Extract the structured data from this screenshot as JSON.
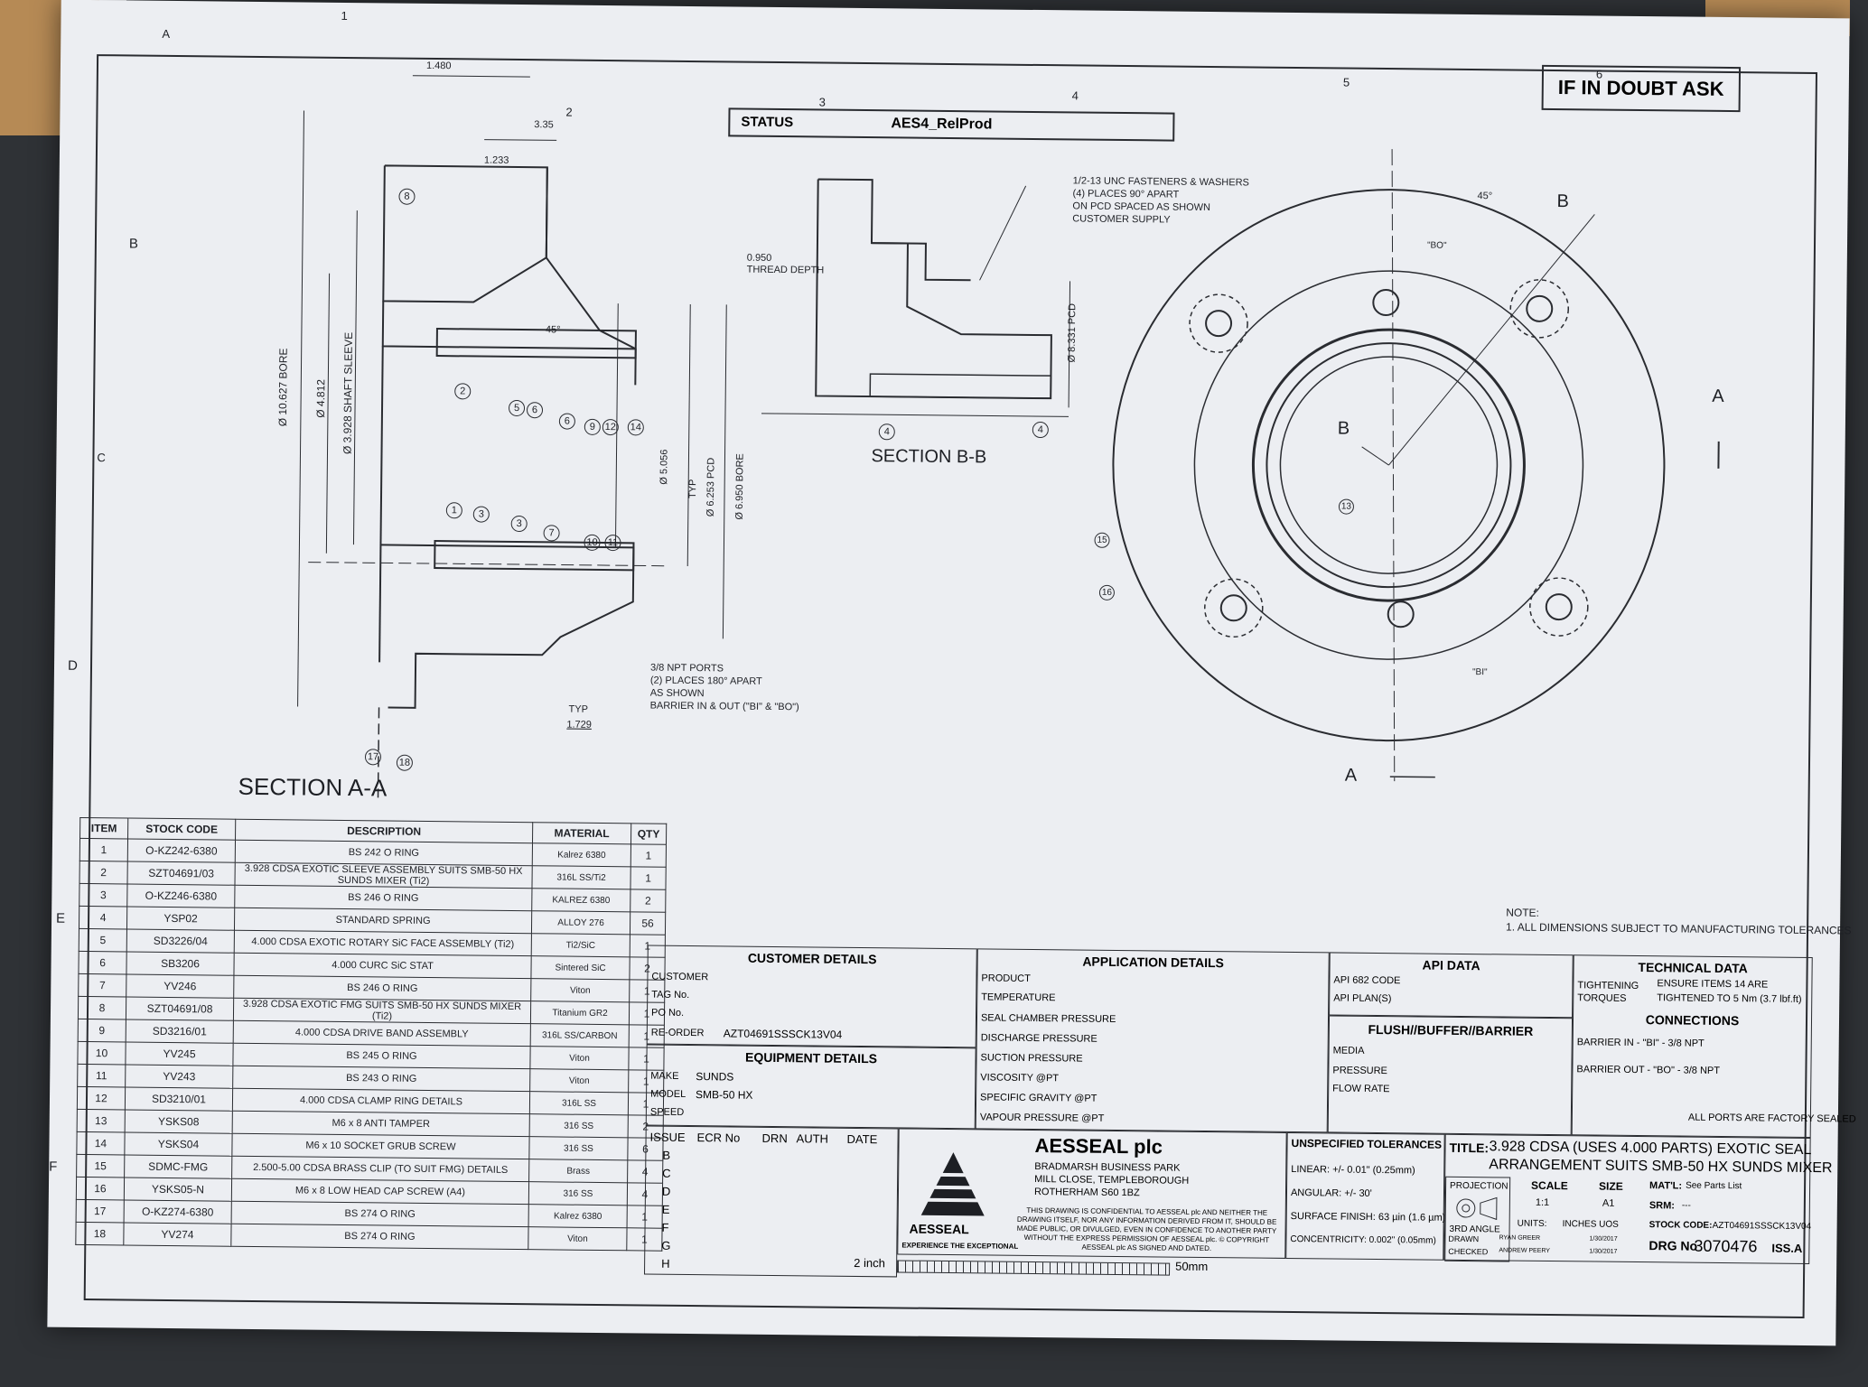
{
  "header": {
    "warning": "IF IN DOUBT ASK",
    "status_label": "STATUS",
    "status_value": "AES4_RelProd",
    "col_numbers": [
      "1",
      "2",
      "3",
      "4",
      "5",
      "6"
    ],
    "row_letters": [
      "A",
      "B",
      "C",
      "D",
      "E",
      "F"
    ]
  },
  "section_aa": {
    "title": "SECTION A-A",
    "dims": [
      "1.480",
      "3.35",
      "1.233",
      "45°",
      "Ø 10.627 BORE",
      "Ø 4.812",
      "Ø 3.928 SHAFT SLEEVE",
      "Ø 5.056",
      "TYP",
      "Ø 6.253 PCD",
      "Ø 6.950 BORE",
      "TYP",
      "1.729"
    ],
    "balloons": [
      "8",
      "2",
      "5",
      "6",
      "6",
      "9",
      "12",
      "14",
      "1",
      "3",
      "3",
      "7",
      "10",
      "11",
      "17",
      "18"
    ],
    "note": [
      "3/8 NPT PORTS",
      "(2) PLACES 180° APART",
      "AS SHOWN",
      "BARRIER IN & OUT (\"BI\" & \"BO\")"
    ]
  },
  "section_bb": {
    "title": "SECTION B-B",
    "thread_depth": [
      "0.950",
      "THREAD DEPTH"
    ],
    "pcd": "Ø 8.331 PCD",
    "note": [
      "1/2-13 UNC FASTENERS & WASHERS",
      "(4) PLACES 90° APART",
      "ON PCD SPACED AS SHOWN",
      "CUSTOMER SUPPLY"
    ],
    "balloons": [
      "4",
      "4"
    ]
  },
  "end_view": {
    "angle": "45°",
    "labels": [
      "B",
      "B",
      "A",
      "A",
      "\"BO\"",
      "\"BI\""
    ],
    "balloons": [
      "13",
      "15",
      "16"
    ]
  },
  "note": [
    "NOTE:",
    "1. ALL DIMENSIONS SUBJECT TO MANUFACTURING TOLERANCES"
  ],
  "parts_list": {
    "headers": [
      "ITEM",
      "STOCK CODE",
      "DESCRIPTION",
      "MATERIAL",
      "QTY"
    ],
    "rows": [
      [
        "1",
        "O-KZ242-6380",
        "BS 242 O RING",
        "Kalrez 6380",
        "1"
      ],
      [
        "2",
        "SZT04691/03",
        "3.928 CDSA EXOTIC SLEEVE ASSEMBLY SUITS SMB-50 HX SUNDS MIXER (Ti2)",
        "316L SS/Ti2",
        "1"
      ],
      [
        "3",
        "O-KZ246-6380",
        "BS 246 O RING",
        "KALREZ 6380",
        "2"
      ],
      [
        "4",
        "YSP02",
        "STANDARD SPRING",
        "ALLOY 276",
        "56"
      ],
      [
        "5",
        "SD3226/04",
        "4.000 CDSA EXOTIC ROTARY SiC FACE ASSEMBLY (Ti2)",
        "Ti2/SiC",
        "1"
      ],
      [
        "6",
        "SB3206",
        "4.000 CURC SiC STAT",
        "Sintered SiC",
        "2"
      ],
      [
        "7",
        "YV246",
        "BS 246 O RING",
        "Viton",
        "1"
      ],
      [
        "8",
        "SZT04691/08",
        "3.928 CDSA EXOTIC FMG SUITS SMB-50 HX SUNDS MIXER (Ti2)",
        "Titanium GR2",
        "1"
      ],
      [
        "9",
        "SD3216/01",
        "4.000 CDSA DRIVE BAND ASSEMBLY",
        "316L SS/CARBON",
        "1"
      ],
      [
        "10",
        "YV245",
        "BS 245 O RING",
        "Viton",
        "1"
      ],
      [
        "11",
        "YV243",
        "BS 243 O RING",
        "Viton",
        "1"
      ],
      [
        "12",
        "SD3210/01",
        "4.000 CDSA CLAMP RING DETAILS",
        "316L SS",
        "1"
      ],
      [
        "13",
        "YSKS08",
        "M6 x 8 ANTI TAMPER",
        "316 SS",
        "2"
      ],
      [
        "14",
        "YSKS04",
        "M6 x 10 SOCKET GRUB SCREW",
        "316 SS",
        "6"
      ],
      [
        "15",
        "SDMC-FMG",
        "2.500-5.00 CDSA BRASS CLIP (TO SUIT FMG) DETAILS",
        "Brass",
        "4"
      ],
      [
        "16",
        "YSKS05-N",
        "M6 x 8 LOW HEAD CAP SCREW (A4)",
        "316 SS",
        "4"
      ],
      [
        "17",
        "O-KZ274-6380",
        "BS 274 O RING",
        "Kalrez 6380",
        "1"
      ],
      [
        "18",
        "YV274",
        "BS 274 O RING",
        "Viton",
        "1"
      ]
    ]
  },
  "customer_details": {
    "title": "CUSTOMER DETAILS",
    "fields": [
      "CUSTOMER",
      "TAG No.",
      "PO No.",
      "RE-ORDER"
    ],
    "reorder_value": "AZT04691SSSCK13V04"
  },
  "equipment_details": {
    "title": "EQUIPMENT DETAILS",
    "make_label": "MAKE",
    "make_value": "SUNDS",
    "model_label": "MODEL",
    "model_value": "SMB-50 HX",
    "speed_label": "SPEED"
  },
  "application_details": {
    "title": "APPLICATION DETAILS",
    "fields": [
      "PRODUCT",
      "TEMPERATURE",
      "SEAL CHAMBER PRESSURE",
      "DISCHARGE PRESSURE",
      "SUCTION PRESSURE",
      "VISCOSITY @PT",
      "SPECIFIC GRAVITY @PT",
      "VAPOUR PRESSURE @PT"
    ]
  },
  "api_data": {
    "title": "API DATA",
    "fields": [
      "API 682 CODE",
      "API PLAN(S)"
    ]
  },
  "flush": {
    "title": "FLUSH//BUFFER//BARRIER",
    "fields": [
      "MEDIA",
      "PRESSURE",
      "FLOW RATE"
    ]
  },
  "technical_data": {
    "title": "TECHNICAL DATA",
    "tightening_label": "TIGHTENING TORQUES",
    "tightening_value": [
      "ENSURE ITEMS 14 ARE",
      "TIGHTENED TO 5 Nm (3.7 lbf.ft)"
    ],
    "connections_title": "CONNECTIONS",
    "connections": [
      "BARRIER IN - \"BI\" - 3/8 NPT",
      "BARRIER OUT - \"BO\" - 3/8 NPT"
    ],
    "ports_note": "ALL PORTS ARE FACTORY SEALED"
  },
  "issue_table": {
    "headers": [
      "ISSUE",
      "ECR No",
      "DRN",
      "AUTH",
      "DATE"
    ],
    "letters": [
      "B",
      "C",
      "D",
      "E",
      "F",
      "G",
      "H"
    ]
  },
  "company": {
    "name": "AESSEAL plc",
    "address": [
      "BRADMARSH BUSINESS PARK",
      "MILL CLOSE, TEMPLEBOROUGH",
      "ROTHERHAM S60 1BZ"
    ],
    "confidential": "THIS DRAWING IS CONFIDENTIAL TO AESSEAL plc AND NEITHER THE DRAWING ITSELF, NOR ANY INFORMATION DERIVED FROM IT, SHOULD BE MADE PUBLIC, OR DIVULGED, EVEN IN CONFIDENCE TO ANOTHER PARTY WITHOUT THE EXPRESS PERMISSION OF AESSEAL plc. © COPYRIGHT AESSEAL plc AS SIGNED AND DATED.",
    "logo_text": "AESSEAL",
    "tagline": "EXPERIENCE THE EXCEPTIONAL"
  },
  "scale_bar": {
    "left": "2 inch",
    "right": "50mm"
  },
  "tolerances": {
    "title": "UNSPECIFIED TOLERANCES",
    "lines": [
      "LINEAR:  +/-   0.01\" (0.25mm)",
      "ANGULAR: +/- 30'",
      "SURFACE FINISH: 63 µin  (1.6 µm)",
      "CONCENTRICITY: 0.002\" (0.05mm)"
    ]
  },
  "title_block": {
    "title_label": "TITLE:",
    "title": [
      "3.928 CDSA (USES 4.000 PARTS) EXOTIC SEAL",
      "ARRANGEMENT SUITS SMB-50 HX SUNDS MIXER"
    ],
    "projection_label": "PROJECTION",
    "projection_value": "3RD ANGLE",
    "scale_label": "SCALE",
    "scale_value": "1:1",
    "size_label": "SIZE",
    "size_value": "A1",
    "matl_label": "MAT'L:",
    "matl_value": "See Parts List",
    "srm_label": "SRM:",
    "srm_value": "---",
    "units_label": "UNITS:",
    "units_value": "INCHES UOS",
    "stock_label": "STOCK CODE:",
    "stock_value": "AZT04691SSSCK13V04",
    "drawn_label": "DRAWN",
    "drawn_by": "RYAN GREER",
    "drawn_date": "1/30/2017",
    "checked_label": "CHECKED",
    "checked_by": "ANDREW PEERY",
    "checked_date": "1/30/2017",
    "drg_label": "DRG No",
    "drg_value": "3070476",
    "iss_label": "ISS.A"
  }
}
